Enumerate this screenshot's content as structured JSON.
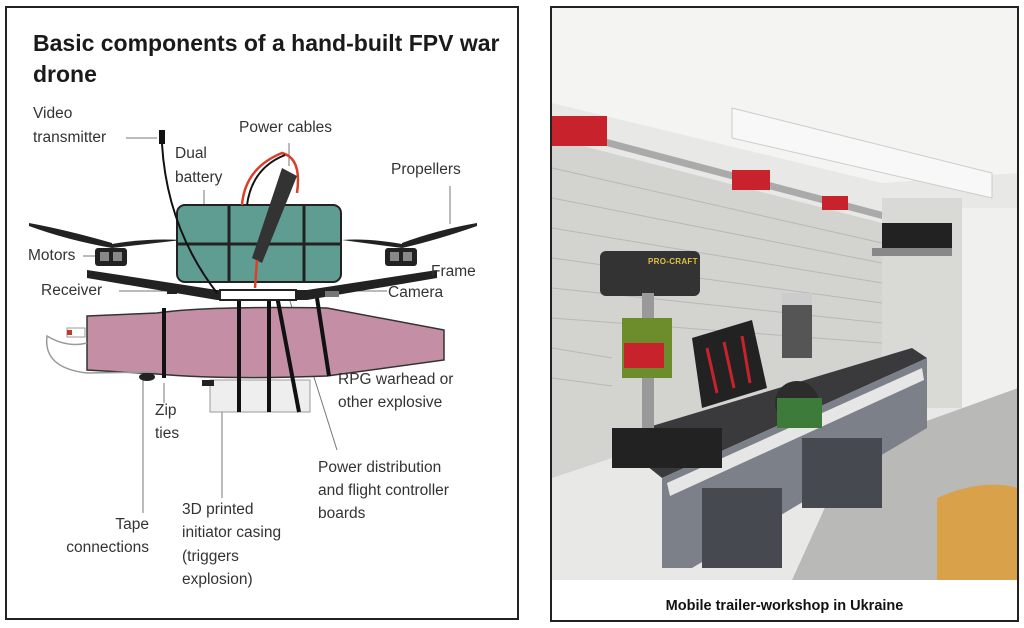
{
  "diagram": {
    "title": "Basic components of a hand-built FPV war drone",
    "labels": {
      "video_transmitter_1": "Video",
      "video_transmitter_2": "transmitter",
      "power_cables": "Power cables",
      "dual_battery_1": "Dual",
      "dual_battery_2": "battery",
      "propellers": "Propellers",
      "motors": "Motors",
      "frame": "Frame",
      "receiver": "Receiver",
      "camera": "Camera",
      "rpg_1": "RPG warhead or",
      "rpg_2": "other explosive",
      "zip_1": "Zip",
      "zip_2": "ties",
      "power_dist_1": "Power distribution",
      "power_dist_2": "and flight controller",
      "power_dist_3": "boards",
      "tape_1": "Tape",
      "tape_2": "connections",
      "initiator_1": "3D printed",
      "initiator_2": "initiator casing",
      "initiator_3": "(triggers",
      "initiator_4": "explosion)"
    },
    "colors": {
      "battery": "#5f9d92",
      "warhead": "#c48ea4",
      "cable_red": "#d8402a"
    }
  },
  "photo": {
    "caption": "Mobile trailer-workshop in Ukraine",
    "drill_brand": "PRO-CRAFT"
  }
}
